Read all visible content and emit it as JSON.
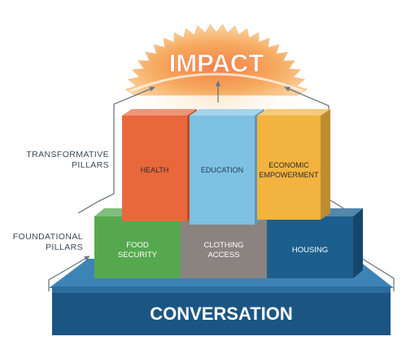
{
  "impact": {
    "title": "IMPACT"
  },
  "side_labels": {
    "transformative": [
      "TRANSFORMATIVE",
      "PILLARS"
    ],
    "foundational": [
      "FOUNDATIONAL",
      "PILLARS"
    ]
  },
  "transformative_pillars": [
    {
      "label": [
        "HEALTH"
      ],
      "color": "#e8683c"
    },
    {
      "label": [
        "EDUCATION"
      ],
      "color": "#7fc1e3"
    },
    {
      "label": [
        "ECONOMIC",
        "EMPOWERMENT"
      ],
      "color": "#f2b33f"
    }
  ],
  "foundational_pillars": [
    {
      "label": [
        "FOOD",
        "SECURITY"
      ],
      "color": "#56a84f"
    },
    {
      "label": [
        "CLOTHING",
        "ACCESS"
      ],
      "color": "#8a8380"
    },
    {
      "label": [
        "HOUSING"
      ],
      "color": "#1c5f8e"
    }
  ],
  "base": {
    "label": "CONVERSATION",
    "color": "#1d5c8c"
  },
  "colors": {
    "sun": "#f6b26b",
    "sun_glow": "#fde8cc",
    "arrow": "#6b7785"
  }
}
